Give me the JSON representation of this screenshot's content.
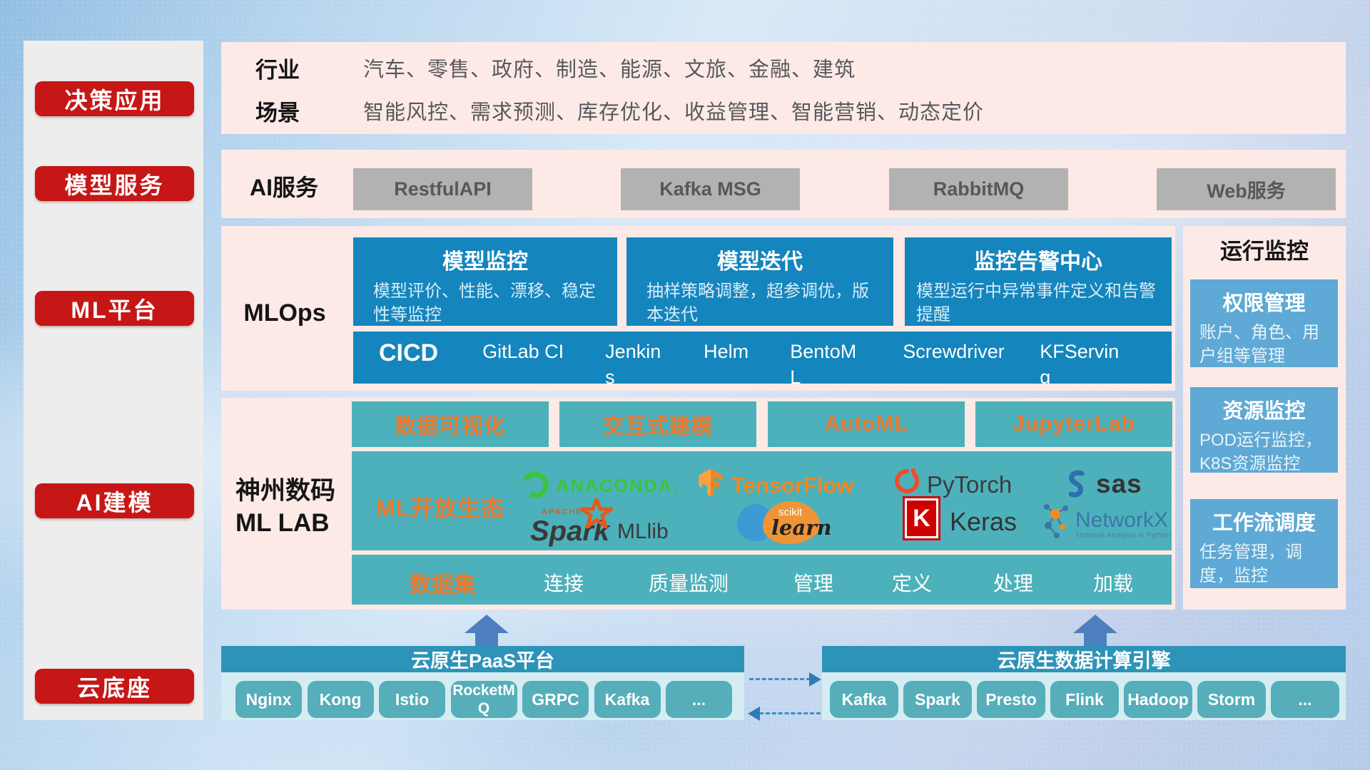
{
  "sidebar": {
    "items": [
      {
        "label": "决策应用"
      },
      {
        "label": "模型服务"
      },
      {
        "label": "ML平台"
      },
      {
        "label": "AI建模"
      },
      {
        "label": "云底座"
      }
    ]
  },
  "industry": {
    "label": "行业",
    "value": "汽车、零售、政府、制造、能源、文旅、金融、建筑"
  },
  "scene": {
    "label": "场景",
    "value": "智能风控、需求预测、库存优化、收益管理、智能营销、动态定价"
  },
  "ai_service": {
    "label": "AI服务",
    "buttons": [
      "RestfulAPI",
      "Kafka MSG",
      "RabbitMQ",
      "Web服务"
    ]
  },
  "mlops": {
    "label": "MLOps",
    "cards": [
      {
        "title": "模型监控",
        "desc": "模型评价、性能、漂移、稳定性等监控"
      },
      {
        "title": "模型迭代",
        "desc": "抽样策略调整，超参调优，版本迭代"
      },
      {
        "title": "监控告警中心",
        "desc": "模型运行中异常事件定义和告警提醒"
      }
    ],
    "cicd_label": "CICD",
    "tools": [
      "GitLab CI",
      "Jenkins",
      "Helm",
      "BentoML",
      "Screwdriver",
      "KFServing"
    ]
  },
  "mllab": {
    "label_line1": "神州数码",
    "label_line2": "ML LAB",
    "tabs": [
      "数据可视化",
      "交互式建模",
      "AutoML",
      "JupyterLab"
    ],
    "eco_label": "ML开放生态",
    "logos": {
      "anaconda": "ANACONDA.",
      "tensorflow": "TensorFlow",
      "pytorch": "PyTorch",
      "sas": "sas",
      "apache": "APACHE",
      "spark": "Spark",
      "mllib": "MLlib",
      "scikit_top": "scikit",
      "scikit_bottom": "learn",
      "keras_k": "K",
      "keras": "Keras",
      "networkx": "NetworkX",
      "networkx_caption": "Network Analysis in Python"
    },
    "dataset": {
      "label": "数据集",
      "items": [
        "连接",
        "质量监测",
        "管理",
        "定义",
        "处理",
        "加载"
      ]
    }
  },
  "monitor": {
    "title": "运行监控",
    "cards": [
      {
        "title": "权限管理",
        "desc": "账户、角色、用户组等管理"
      },
      {
        "title": "资源监控",
        "desc": "POD运行监控，K8S资源监控"
      },
      {
        "title": "工作流调度",
        "desc": "任务管理，调度，监控"
      }
    ]
  },
  "bottom": {
    "paas": {
      "title": "云原生PaaS平台",
      "items": [
        "Nginx",
        "Kong",
        "Istio",
        "RocketMQ",
        "GRPC",
        "Kafka",
        "..."
      ]
    },
    "engine": {
      "title": "云原生数据计算引擎",
      "items": [
        "Kafka",
        "Spark",
        "Presto",
        "Flink",
        "Hadoop",
        "Storm",
        "..."
      ]
    }
  },
  "colors": {
    "red": "#c61616",
    "blue": "#1485bd",
    "teal": "#4db1bb",
    "orange": "#ed7a2d",
    "pink": "#fdeae7",
    "gray_btn": "#b2b2b2",
    "monitor_blue": "#5ea9d5",
    "paas_header": "#2e93b8"
  }
}
